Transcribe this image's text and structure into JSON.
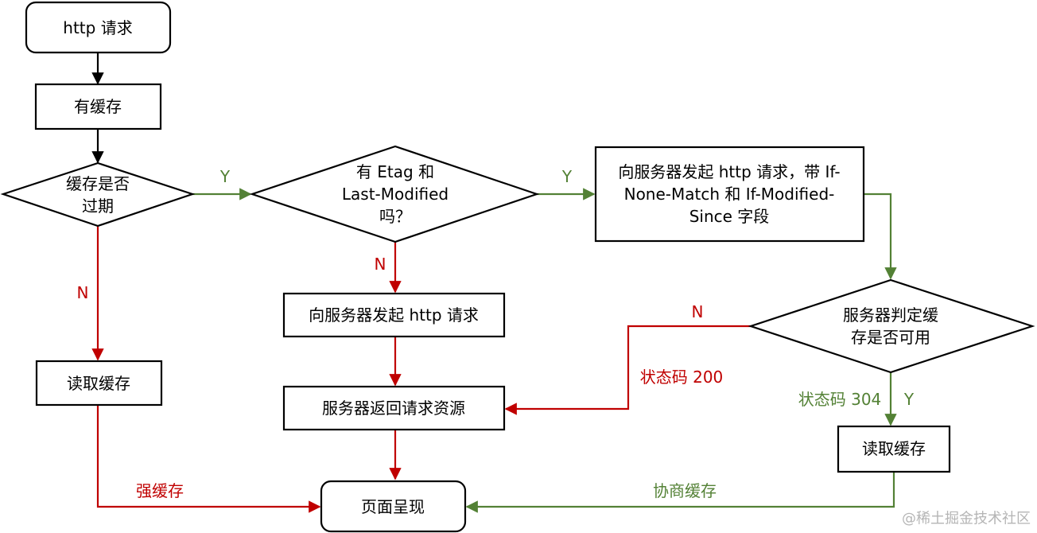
{
  "colors": {
    "black": "#000000",
    "red": "#c00000",
    "green": "#538135",
    "watermark": "#b5b5b5"
  },
  "nodes": {
    "start": "http 请求",
    "has_cache": "有缓存",
    "expired_q": [
      "缓存是否",
      "过期"
    ],
    "etag_q": [
      "有 Etag 和",
      "Last-Modified",
      "吗？"
    ],
    "send_conditional": [
      "向服务器发起 http 请求，带 If-",
      "None-Match 和 If-Modified-",
      "Since 字段"
    ],
    "send_request": "向服务器发起 http 请求",
    "server_decide": [
      "服务器判定缓",
      "存是否可用"
    ],
    "read_cache_left": "读取缓存",
    "server_return": "服务器返回请求资源",
    "read_cache_right": "读取缓存",
    "page_render": "页面呈现"
  },
  "edge_labels": {
    "expired_yes": "Y",
    "etag_yes": "Y",
    "expired_no": "N",
    "etag_no": "N",
    "decide_no": "N",
    "status_200": "状态码 200",
    "status_304": "状态码 304",
    "decide_yes": "Y",
    "strong_cache": "强缓存",
    "negotiated_cache": "协商缓存"
  },
  "watermark": "@稀土掘金技术社区"
}
